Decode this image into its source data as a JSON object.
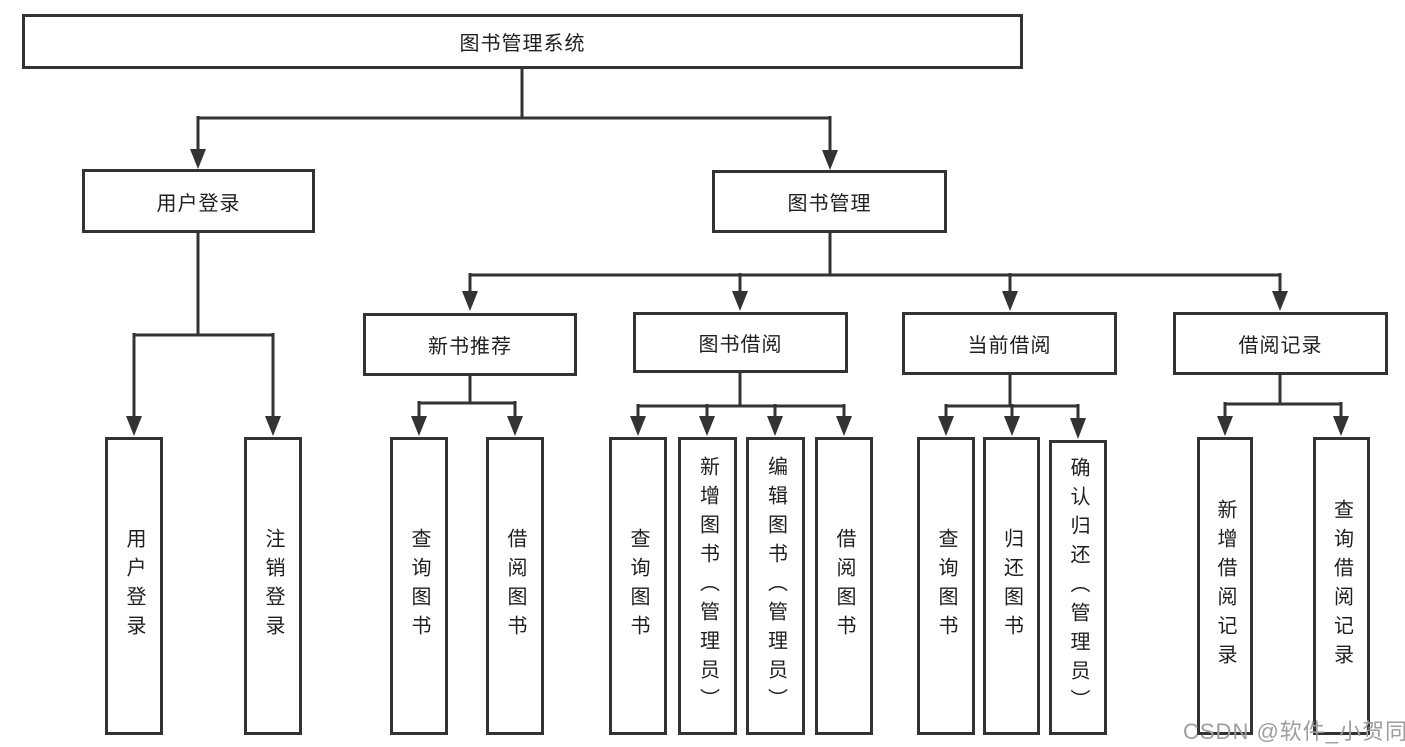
{
  "tree": {
    "root": {
      "label": "图书管理系统",
      "children": [
        {
          "label": "用户登录",
          "children": [
            {
              "label": "用户登录"
            },
            {
              "label": "注销登录"
            }
          ]
        },
        {
          "label": "图书管理",
          "children": [
            {
              "label": "新书推荐",
              "children": [
                {
                  "label": "查询图书"
                },
                {
                  "label": "借阅图书"
                }
              ]
            },
            {
              "label": "图书借阅",
              "children": [
                {
                  "label": "查询图书"
                },
                {
                  "label": "新增图书（管理员）"
                },
                {
                  "label": "编辑图书（管理员）"
                },
                {
                  "label": "借阅图书"
                }
              ]
            },
            {
              "label": "当前借阅",
              "children": [
                {
                  "label": "查询图书"
                },
                {
                  "label": "归还图书"
                },
                {
                  "label": "确认归还（管理员）"
                }
              ]
            },
            {
              "label": "借阅记录",
              "children": [
                {
                  "label": "新增借阅记录"
                },
                {
                  "label": "查询借阅记录"
                }
              ]
            }
          ]
        }
      ]
    }
  },
  "watermark": {
    "text": "CSDN @软件_小贺同学"
  },
  "colors": {
    "line": "#333333",
    "text": "#1f1f1f",
    "box_background": "#ffffff",
    "watermark": "#9e9e9e",
    "background": "#ffffff"
  }
}
